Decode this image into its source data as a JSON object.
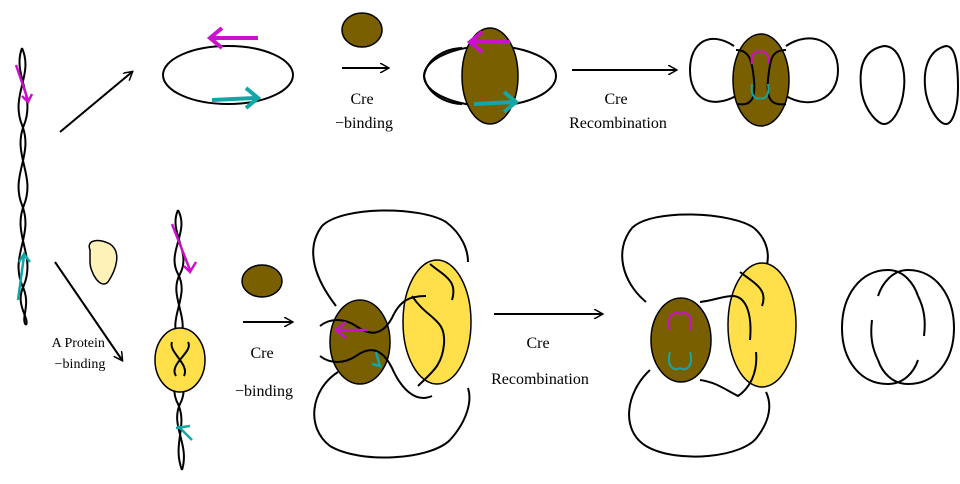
{
  "labels": {
    "cre_binding_top": [
      "Cre",
      "−binding"
    ],
    "cre_recomb_top": [
      "Cre",
      "Recombination"
    ],
    "a_protein_binding": [
      "A Protein",
      "−binding"
    ],
    "cre_binding_bottom": [
      "Cre",
      "−binding"
    ],
    "cre_recomb_bottom": [
      "Cre",
      "Recombination"
    ]
  },
  "colors": {
    "cre_protein": "#7a5f00",
    "a_protein": "#ffe04a",
    "a_protein_small": "#fff2b8",
    "site_magenta": "#cc11cc",
    "site_teal": "#11a7a7",
    "strand": "#000000"
  }
}
